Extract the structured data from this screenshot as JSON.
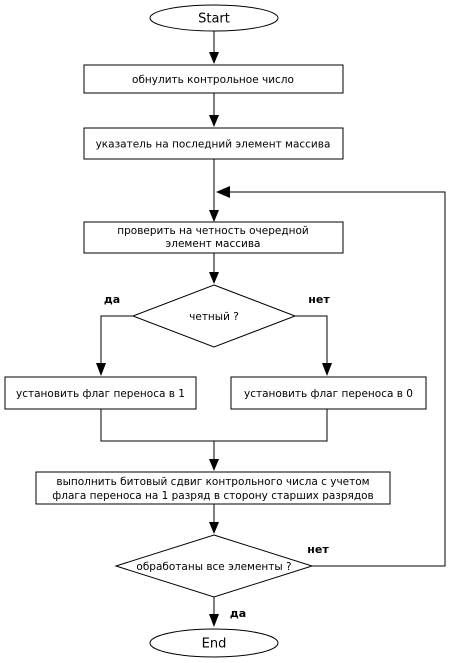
{
  "flowchart": {
    "start": "Start",
    "end": "End",
    "step_reset": "обнулить контрольное число",
    "step_pointer": "указатель на последний элемент массива",
    "step_check_line1": "проверить на четность очередной",
    "step_check_line2": "элемент массива",
    "decision_even": "четный ?",
    "step_flag1": "установить флаг переноса в 1",
    "step_flag0": "установить флаг переноса в 0",
    "step_shift_line1": "выполнить битовый сдвиг контрольного числа с учетом",
    "step_shift_line2": "флага переноса на 1 разряд в сторону старших разрядов",
    "decision_done": "обработаны все элементы ?",
    "yes_even": "да",
    "no_even": "нет",
    "no_done": "нет",
    "yes_done": "да"
  }
}
